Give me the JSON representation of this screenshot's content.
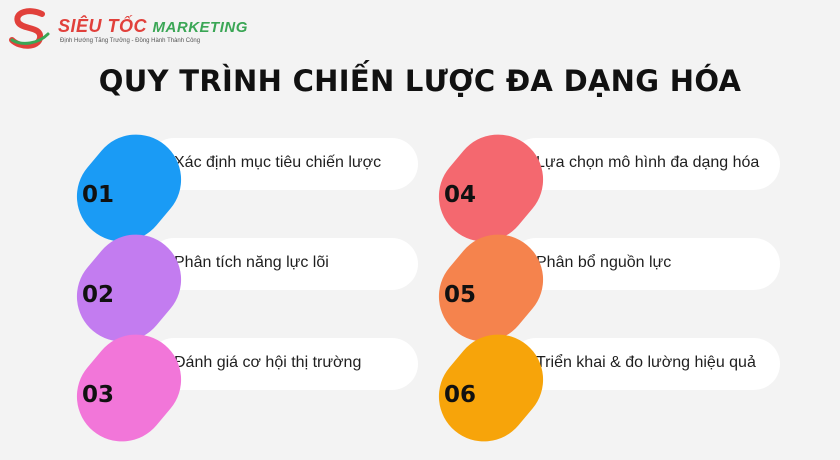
{
  "brand": {
    "name_main": "SIÊU TỐC",
    "name_accent": "MARKETING",
    "tagline": "Định Hướng Tăng Trưởng - Đồng Hành Thành Công",
    "colors": {
      "red": "#e1403b",
      "green": "#3aa655"
    }
  },
  "title": "QUY TRÌNH CHIẾN LƯỢC ĐA DẠNG HÓA",
  "steps": [
    {
      "number": "01",
      "label": "Xác định mục tiêu chiến lược",
      "color": "#1a9bf5"
    },
    {
      "number": "02",
      "label": "Phân tích năng lực lõi",
      "color": "#c37cf0"
    },
    {
      "number": "03",
      "label": "Đánh giá cơ hội thị trường",
      "color": "#f276d9"
    },
    {
      "number": "04",
      "label": "Lựa chọn mô hình đa dạng hóa",
      "color": "#f4686f"
    },
    {
      "number": "05",
      "label": "Phân bổ nguồn lực",
      "color": "#f5834d"
    },
    {
      "number": "06",
      "label": "Triển khai & đo lường hiệu quả",
      "color": "#f7a40a"
    }
  ]
}
